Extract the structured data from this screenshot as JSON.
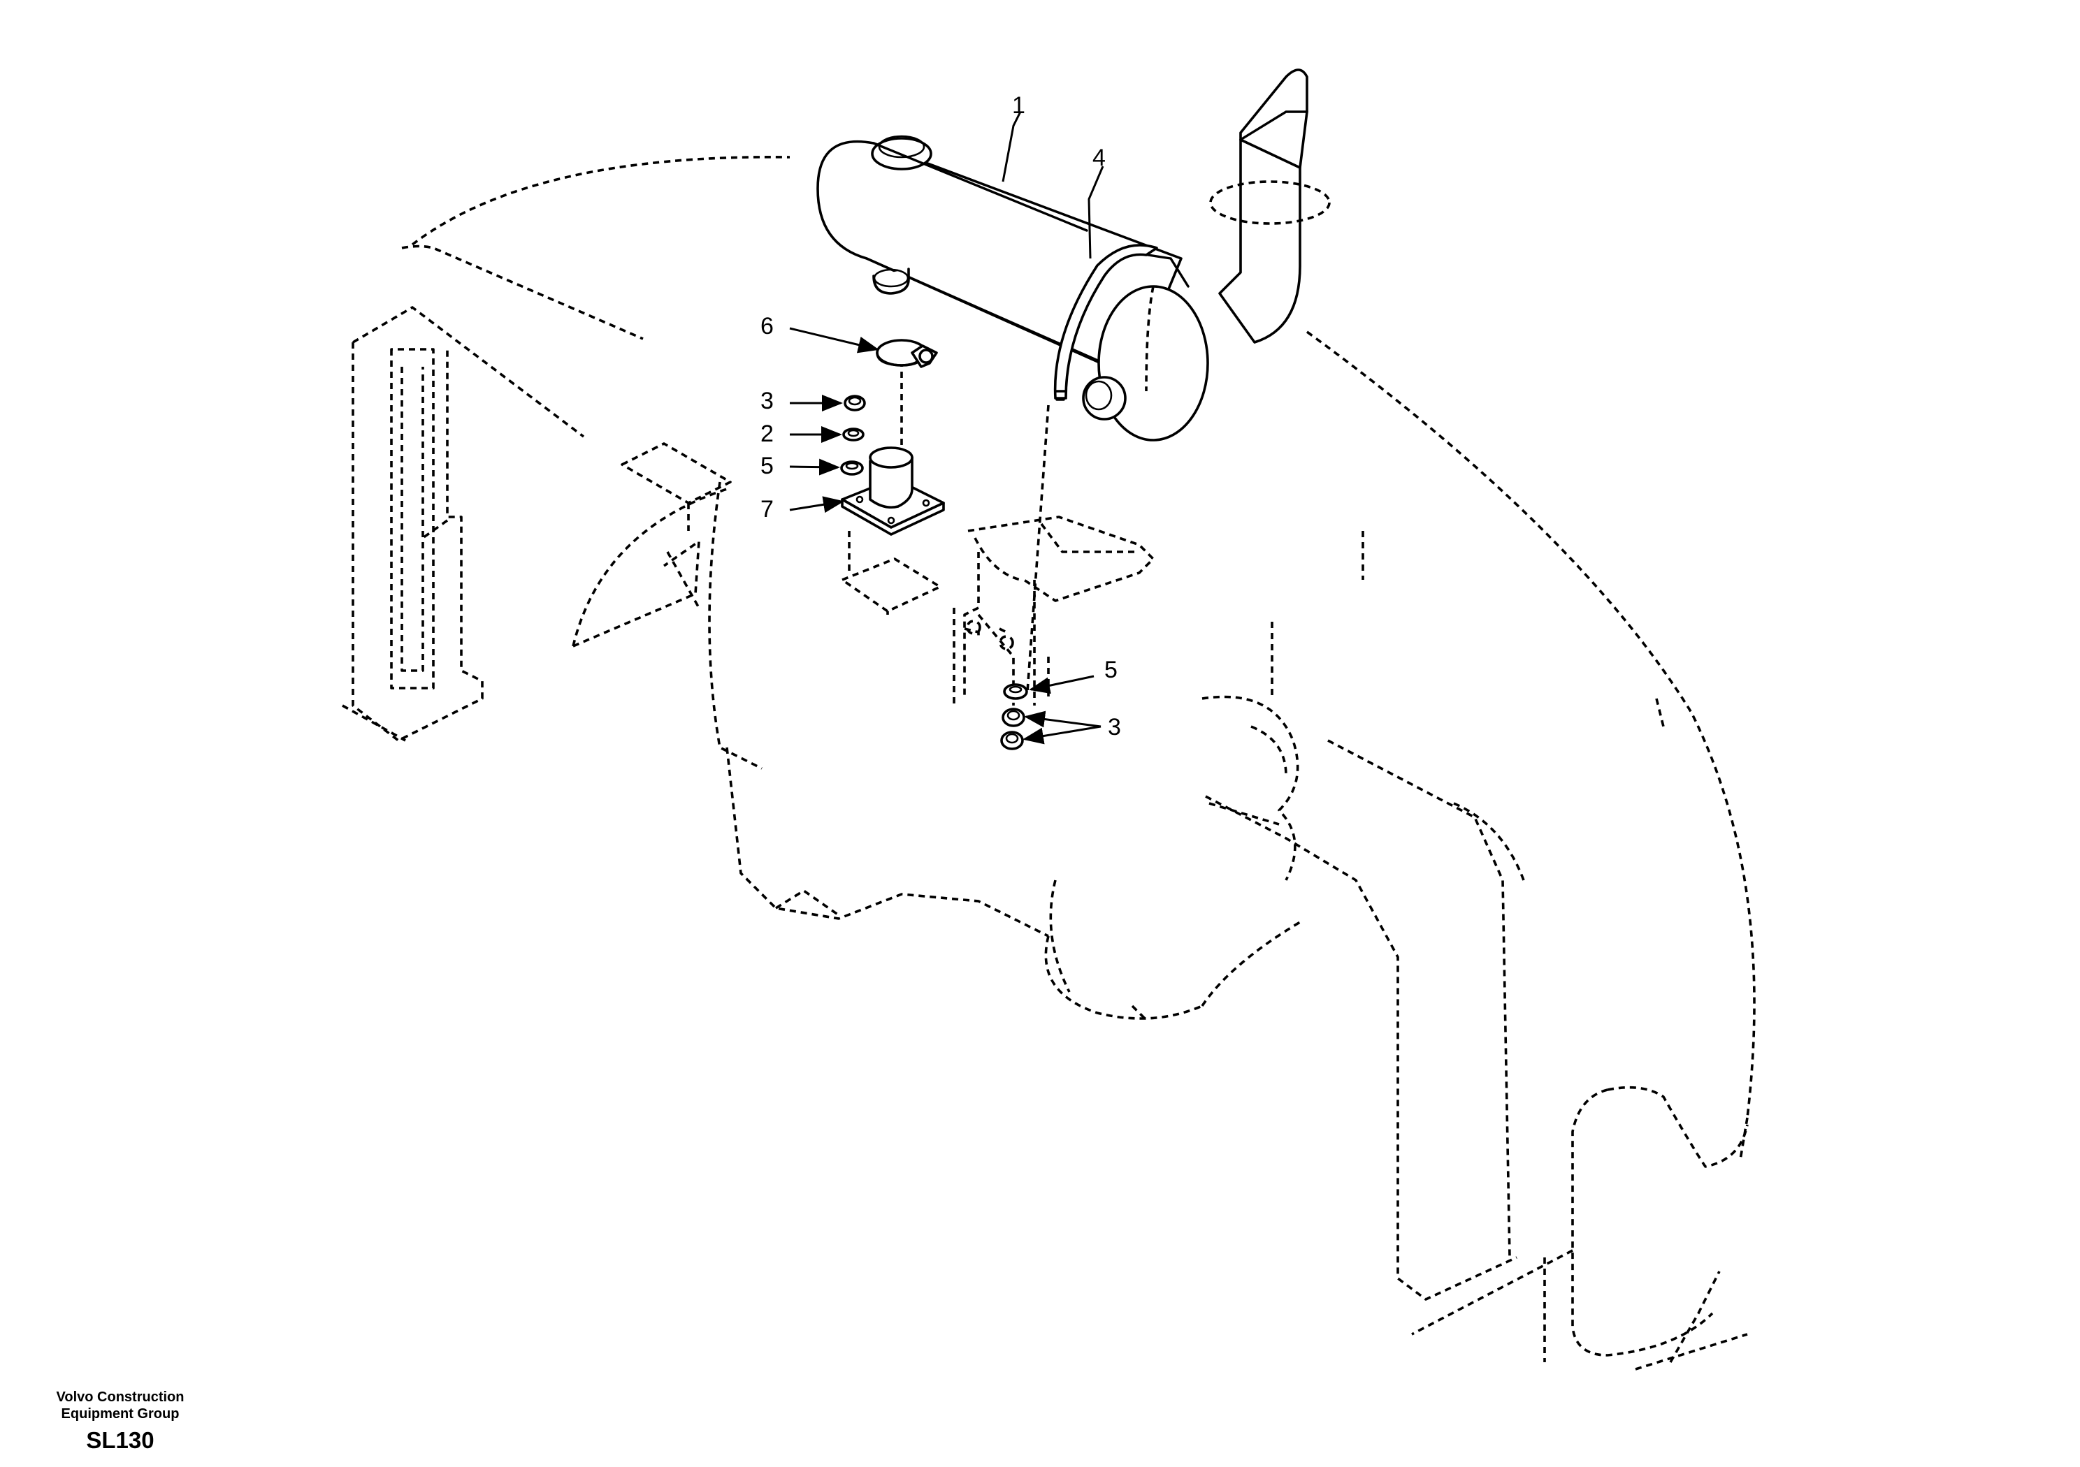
{
  "callouts": {
    "c1": "1",
    "c4": "4",
    "c6": "6",
    "c3a": "3",
    "c2": "2",
    "c5a": "5",
    "c7": "7",
    "c5b": "5",
    "c3b": "3"
  },
  "footer": {
    "company_line1": "Volvo Construction",
    "company_line2": "Equipment Group",
    "model": "SL130"
  }
}
